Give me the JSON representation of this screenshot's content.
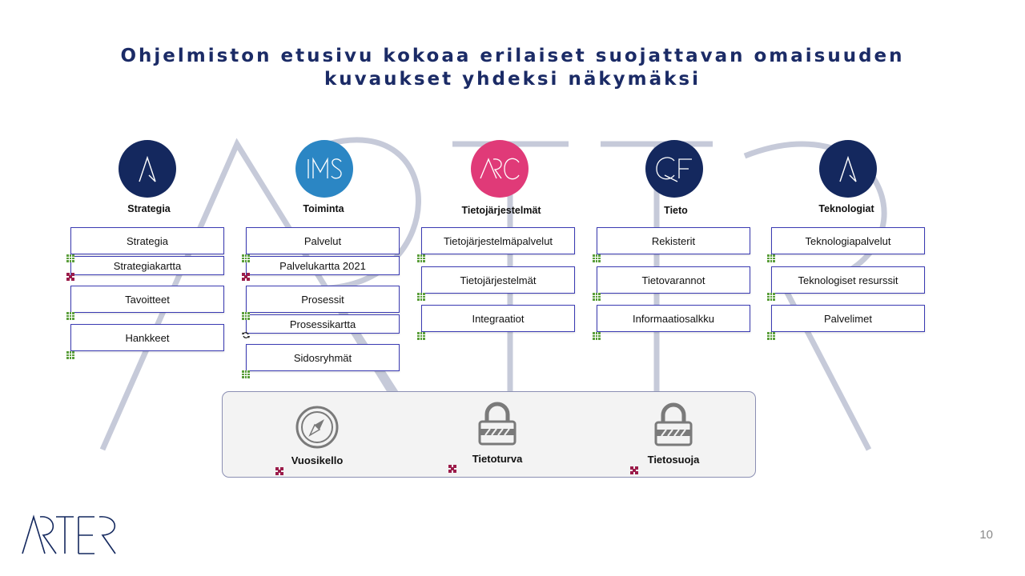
{
  "slide": {
    "title_line1": "Ohjelmiston etusivu kokoaa erilaiset suojattavan omaisuuden",
    "title_line2": "kuvaukset yhdeksi näkymäksi",
    "page_number": "10"
  },
  "columns": [
    {
      "title": "Strategia",
      "icon": "a-logo-icon",
      "icon_color": "#14285e",
      "cards": [
        {
          "label": "Strategia",
          "sub": "Strategiakartta"
        },
        {
          "label": "Tavoitteet"
        },
        {
          "label": "Hankkeet"
        }
      ]
    },
    {
      "title": "Toiminta",
      "icon": "ims-logo-icon",
      "icon_color": "#2b86c4",
      "cards": [
        {
          "label": "Palvelut",
          "sub": "Palvelukartta 2021"
        },
        {
          "label": "Prosessit",
          "sub": "Prosessikartta"
        },
        {
          "label": "Sidosryhmät"
        }
      ]
    },
    {
      "title": "Tietojärjestelmät",
      "icon": "arc-logo-icon",
      "icon_color": "#e03a78",
      "cards": [
        {
          "label": "Tietojärjestelmäpalvelut"
        },
        {
          "label": "Tietojärjestelmät"
        },
        {
          "label": "Integraatiot"
        }
      ]
    },
    {
      "title": "Tieto",
      "icon": "qf-logo-icon",
      "icon_color": "#14285e",
      "cards": [
        {
          "label": "Rekisterit"
        },
        {
          "label": "Tietovarannot"
        },
        {
          "label": "Informaatiosalkku"
        }
      ]
    },
    {
      "title": "Teknologiat",
      "icon": "a-logo-icon",
      "icon_color": "#14285e",
      "cards": [
        {
          "label": "Teknologiapalvelut"
        },
        {
          "label": "Teknologiset resurssit"
        },
        {
          "label": "Palvelimet"
        }
      ]
    }
  ],
  "bottom_panel": {
    "items": [
      {
        "label": "Vuosikello",
        "icon": "compass-icon"
      },
      {
        "label": "Tietoturva",
        "icon": "lock-icon"
      },
      {
        "label": "Tietosuoja",
        "icon": "lock-icon"
      }
    ]
  },
  "brand": {
    "logo_text": "ARTER",
    "navy": "#14285e",
    "card_border": "#3b3bb3",
    "grid_icon_color": "#5a9e3a",
    "map_icon_color": "#9b1c4a"
  }
}
